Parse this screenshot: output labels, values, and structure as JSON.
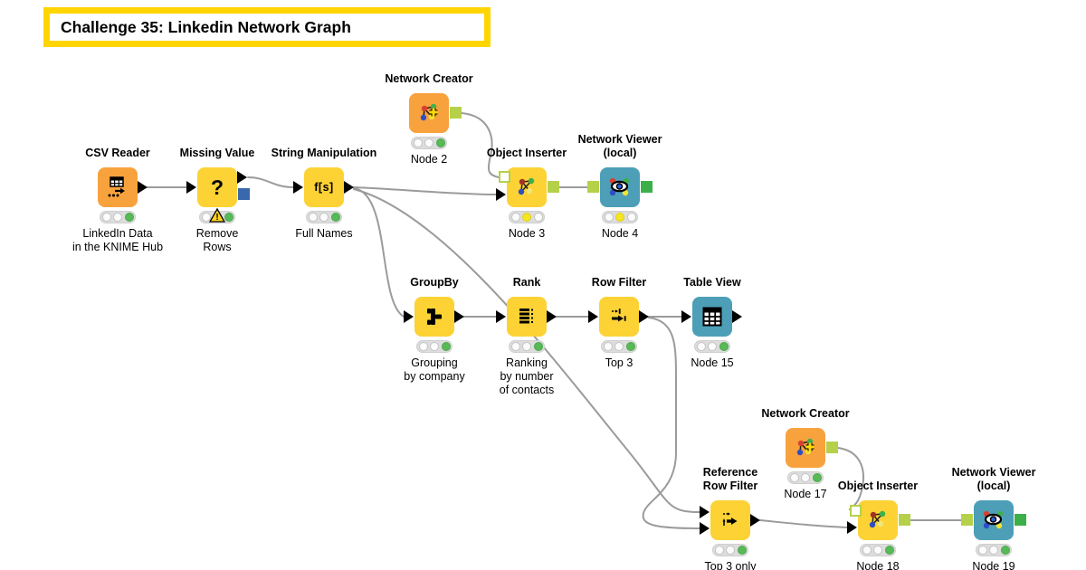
{
  "banner": {
    "title": "Challenge 35: Linkedin Network Graph"
  },
  "icons": {
    "warning_glyph": "!",
    "question_glyph": "?",
    "fs_glyph": "f[s]"
  },
  "colors": {
    "annotation_border": "#FFD500",
    "node_yellow": "#FCD235",
    "node_orange": "#F8A23E",
    "node_teal": "#4D9FB8",
    "wire_grey": "#9B9B9B",
    "port_network_lime": "#B5D14A",
    "port_image_green": "#3CAF49",
    "port_pmml_blue": "#3A68AC",
    "status_green": "#57BA57",
    "status_yellow": "#F4E623"
  },
  "nodes": [
    {
      "title": "CSV Reader",
      "label": "LinkedIn Data\nin the KNIME Hub",
      "state": "executed"
    },
    {
      "title": "Missing Value",
      "label": "Remove\nRows",
      "state": "warning"
    },
    {
      "title": "String Manipulation",
      "label": "Full Names",
      "state": "executed"
    },
    {
      "title": "Network Creator",
      "label": "Node 2",
      "state": "executed"
    },
    {
      "title": "Object Inserter",
      "label": "Node 3",
      "state": "configured"
    },
    {
      "title": "Network Viewer\n(local)",
      "label": "Node 4",
      "state": "configured"
    },
    {
      "title": "GroupBy",
      "label": "Grouping\nby company",
      "state": "executed"
    },
    {
      "title": "Rank",
      "label": "Ranking\nby number\nof contacts",
      "state": "executed"
    },
    {
      "title": "Row Filter",
      "label": "Top 3",
      "state": "executed"
    },
    {
      "title": "Table View",
      "label": "Node 15",
      "state": "executed"
    },
    {
      "title": "Network Creator",
      "label": "Node 17",
      "state": "executed"
    },
    {
      "title": "Reference\nRow Filter",
      "label": "Top 3 only",
      "state": "executed"
    },
    {
      "title": "Object Inserter",
      "label": "Node 18",
      "state": "executed"
    },
    {
      "title": "Network Viewer\n(local)",
      "label": "Node 19",
      "state": "executed"
    }
  ],
  "connections": [
    {
      "from": "CSV Reader",
      "to": "Missing Value"
    },
    {
      "from": "Missing Value",
      "to": "String Manipulation"
    },
    {
      "from": "String Manipulation",
      "to": "Object Inserter (Node 3)"
    },
    {
      "from": "String Manipulation",
      "to": "GroupBy"
    },
    {
      "from": "String Manipulation",
      "to": "Reference Row Filter"
    },
    {
      "from": "Network Creator (Node 2)",
      "to": "Object Inserter (Node 3)"
    },
    {
      "from": "Object Inserter (Node 3)",
      "to": "Network Viewer (Node 4)"
    },
    {
      "from": "GroupBy",
      "to": "Rank"
    },
    {
      "from": "Rank",
      "to": "Row Filter"
    },
    {
      "from": "Row Filter",
      "to": "Table View"
    },
    {
      "from": "Row Filter",
      "to": "Reference Row Filter"
    },
    {
      "from": "Network Creator (Node 17)",
      "to": "Object Inserter (Node 18)"
    },
    {
      "from": "Reference Row Filter",
      "to": "Object Inserter (Node 18)"
    },
    {
      "from": "Object Inserter (Node 18)",
      "to": "Network Viewer (Node 19)"
    }
  ]
}
